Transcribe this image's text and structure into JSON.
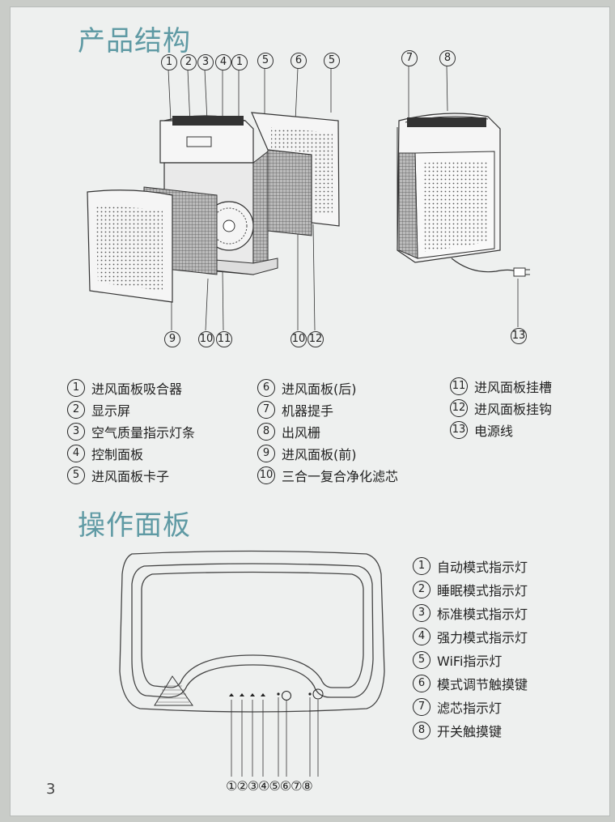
{
  "structure_title": "产品结构",
  "panel_title": "操作面板",
  "page_number": "3",
  "structure_callouts_top": [
    "①",
    "②",
    "③",
    "④",
    "①",
    "⑤",
    "⑥",
    "⑤",
    "⑦",
    "⑧"
  ],
  "structure_callouts_bottom": [
    "⑨",
    "⑩",
    "⑪",
    "⑩",
    "⑫",
    "⑬"
  ],
  "structure_legend": [
    {
      "num": "1",
      "label": "进风面板吸合器"
    },
    {
      "num": "2",
      "label": "显示屏"
    },
    {
      "num": "3",
      "label": "空气质量指示灯条"
    },
    {
      "num": "4",
      "label": "控制面板"
    },
    {
      "num": "5",
      "label": "进风面板卡子"
    },
    {
      "num": "6",
      "label": "进风面板(后)"
    },
    {
      "num": "7",
      "label": "机器提手"
    },
    {
      "num": "8",
      "label": "出风栅"
    },
    {
      "num": "9",
      "label": "进风面板(前)"
    },
    {
      "num": "10",
      "label": "三合一复合净化滤芯"
    },
    {
      "num": "11",
      "label": "进风面板挂槽"
    },
    {
      "num": "12",
      "label": "进风面板挂钩"
    },
    {
      "num": "13",
      "label": "电源线"
    }
  ],
  "panel_legend": [
    {
      "num": "1",
      "label": "自动模式指示灯"
    },
    {
      "num": "2",
      "label": "睡眠模式指示灯"
    },
    {
      "num": "3",
      "label": "标准模式指示灯"
    },
    {
      "num": "4",
      "label": "强力模式指示灯"
    },
    {
      "num": "5",
      "label": "WiFi指示灯"
    },
    {
      "num": "6",
      "label": "模式调节触摸键"
    },
    {
      "num": "7",
      "label": "滤芯指示灯"
    },
    {
      "num": "8",
      "label": "开关触摸键"
    }
  ],
  "panel_callouts": "①②③④⑤⑥⑦⑧"
}
